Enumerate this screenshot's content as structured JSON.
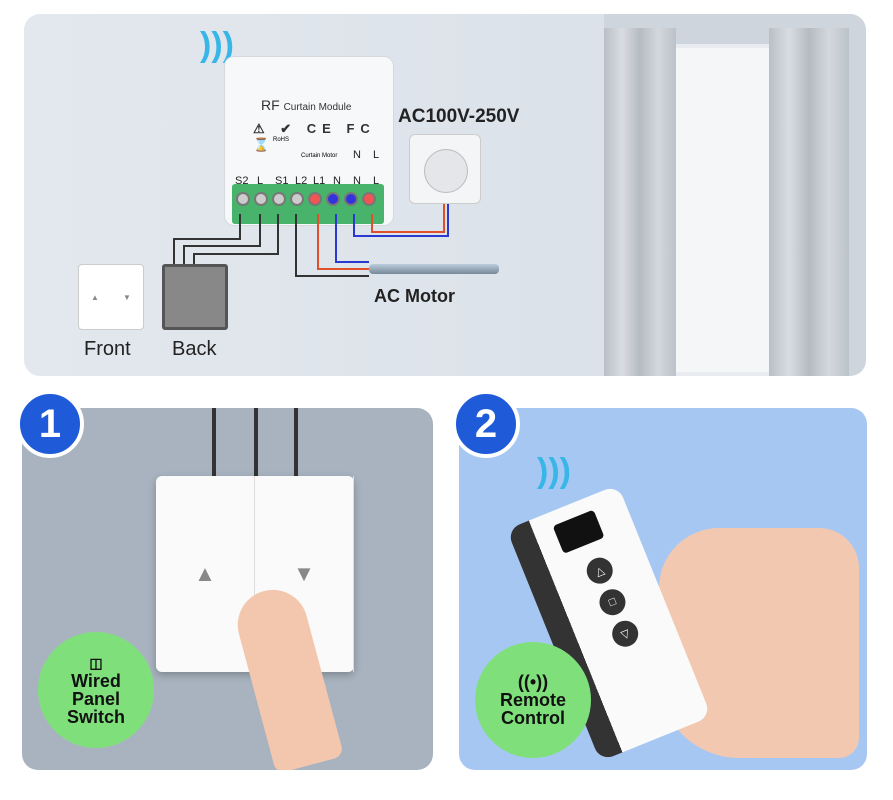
{
  "wiring_diagram": {
    "module_title": "RF",
    "module_subtitle": "Curtain Module",
    "cert_marks": "⚠ ✔ CE FC ⌛",
    "rohs": "RoHS",
    "curtain_motor_label": "Curtain Motor",
    "terminals": [
      "S2",
      "L",
      "S1",
      "L2",
      "L1",
      "N",
      "N",
      "L"
    ],
    "top_labels": [
      "N",
      "L"
    ],
    "voltage_label": "AC100V-250V",
    "motor_label": "AC Motor",
    "switch_front_label": "Front",
    "switch_back_label": "Back"
  },
  "option1": {
    "number": "1",
    "badge_line1": "Wired",
    "badge_line2": "Panel",
    "badge_line3": "Switch",
    "up": "▲",
    "down": "▼"
  },
  "option2": {
    "number": "2",
    "badge_line1": "Remote",
    "badge_line2": "Control",
    "btn_up": "△",
    "btn_stop": "□",
    "btn_down": "▽"
  },
  "colors": {
    "badge_blue": "#1f5ad9",
    "badge_green": "#7fe07b",
    "wifi": "#39b6e8"
  }
}
